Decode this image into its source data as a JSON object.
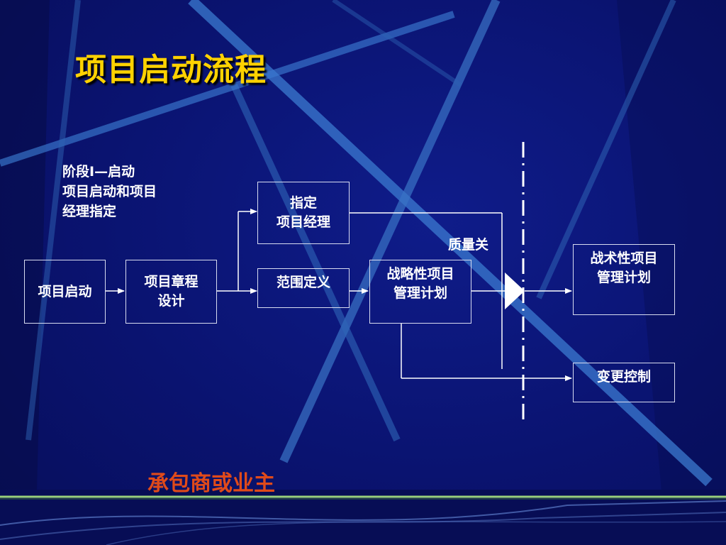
{
  "title": "项目启动流程",
  "phase_note": {
    "line1": "阶段Ⅰ—启动",
    "line2": "项目启动和项目",
    "line3": "经理指定"
  },
  "nodes": {
    "project_start": "项目启动",
    "charter_line1": "项目章程",
    "charter_line2": "设计",
    "appoint_line1": "指定",
    "appoint_line2": "项目经理",
    "scope": "范围定义",
    "strategic_line1": "战略性项目",
    "strategic_line2": "管理计划",
    "tactical_line1": "战术性项目",
    "tactical_line2": "管理计划",
    "change_control": "变更控制"
  },
  "quality_gate_label": "质量关",
  "footer": "承包商或业主",
  "colors": {
    "background": "#0a1370",
    "title": "#ffd200",
    "footer": "#e04a1a",
    "lines": "#ffffff"
  }
}
